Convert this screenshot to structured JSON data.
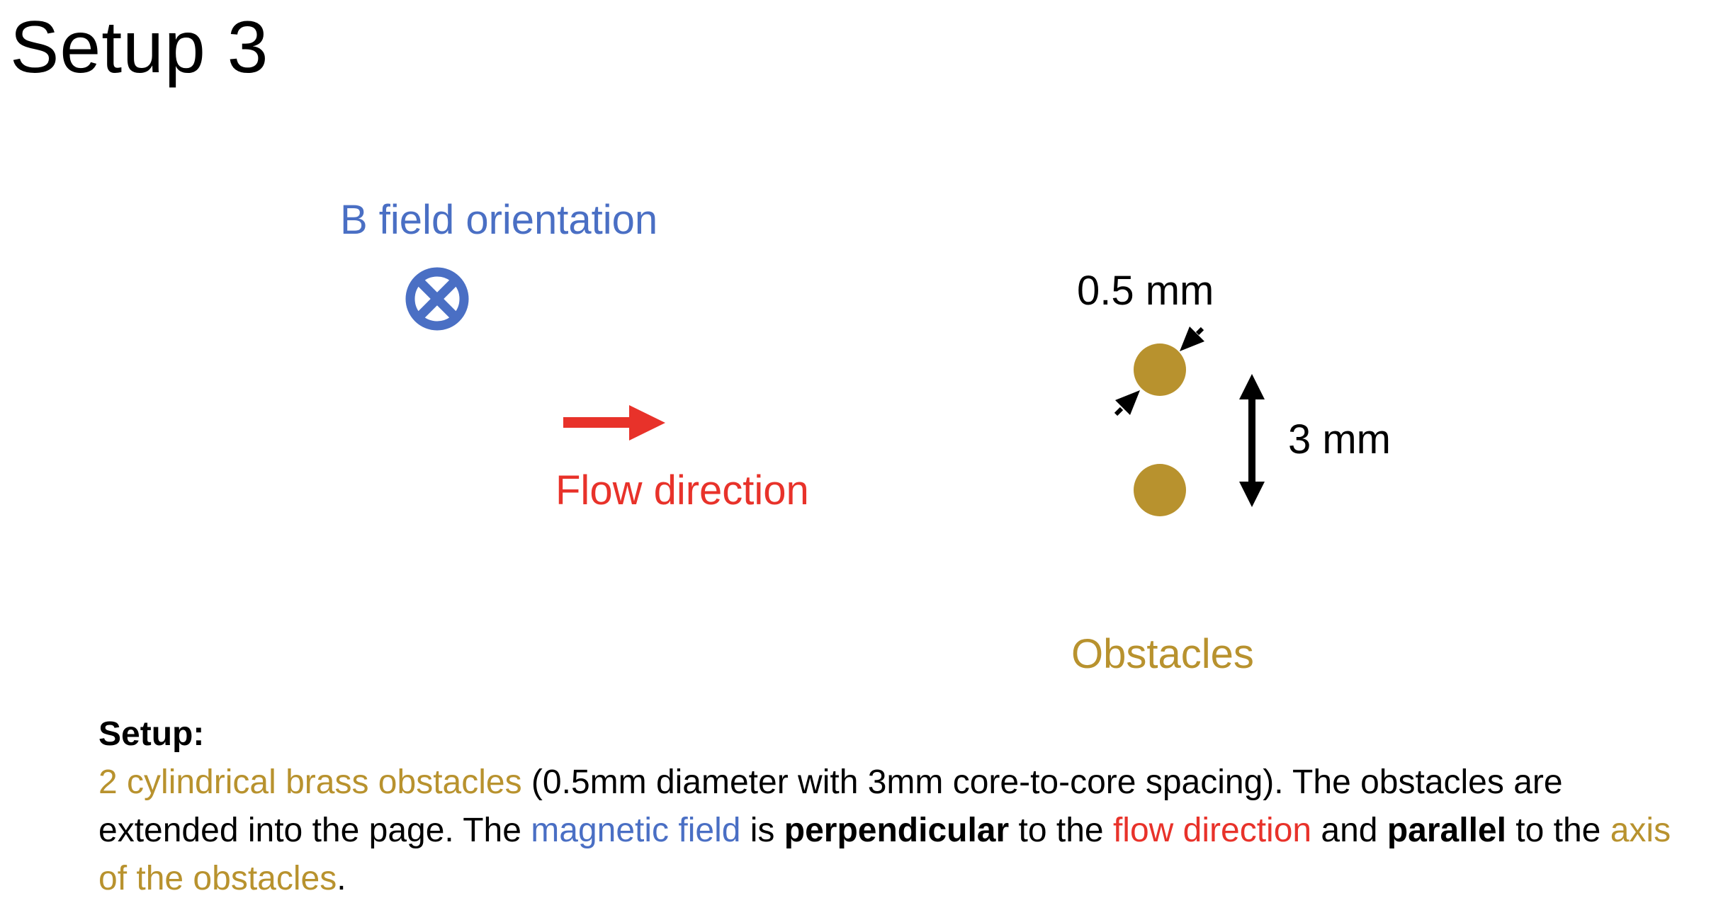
{
  "title": "Setup 3",
  "b_field": {
    "label": "B field orientation",
    "symbol": "into-page-cross-icon"
  },
  "flow": {
    "label": "Flow direction"
  },
  "obstacles": {
    "label": "Obstacles",
    "diameter_label": "0.5 mm",
    "spacing_label": "3 mm",
    "count": 2
  },
  "caption": {
    "heading": "Setup:",
    "seg1": "2 cylindrical brass obstacles",
    "seg2": " (0.5mm diameter with 3mm core-to-core spacing). The obstacles are extended into the page. The ",
    "seg3": "magnetic field",
    "seg4": " is ",
    "seg5": "perpendicular",
    "seg6": " to the ",
    "seg7": "flow direction",
    "seg8": " and ",
    "seg9": "parallel",
    "seg10": " to the ",
    "seg11": "axis of the obstacles",
    "seg12": "."
  },
  "colors": {
    "blue": "#4a6fc4",
    "red": "#e8322a",
    "gold": "#b8922e",
    "black": "#000000"
  }
}
